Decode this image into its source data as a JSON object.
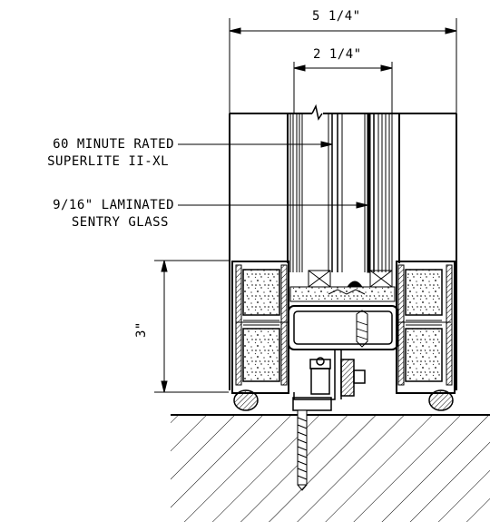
{
  "dimensions": {
    "overall_width": "5 1/4\"",
    "glazing_width": "2 1/4\"",
    "base_height": "3\""
  },
  "callouts": {
    "glass_1_line1": "60 MINUTE RATED",
    "glass_1_line2": "SUPERLITE II-XL",
    "glass_2_line1": "9/16\" LAMINATED",
    "glass_2_line2": "SENTRY GLASS"
  }
}
